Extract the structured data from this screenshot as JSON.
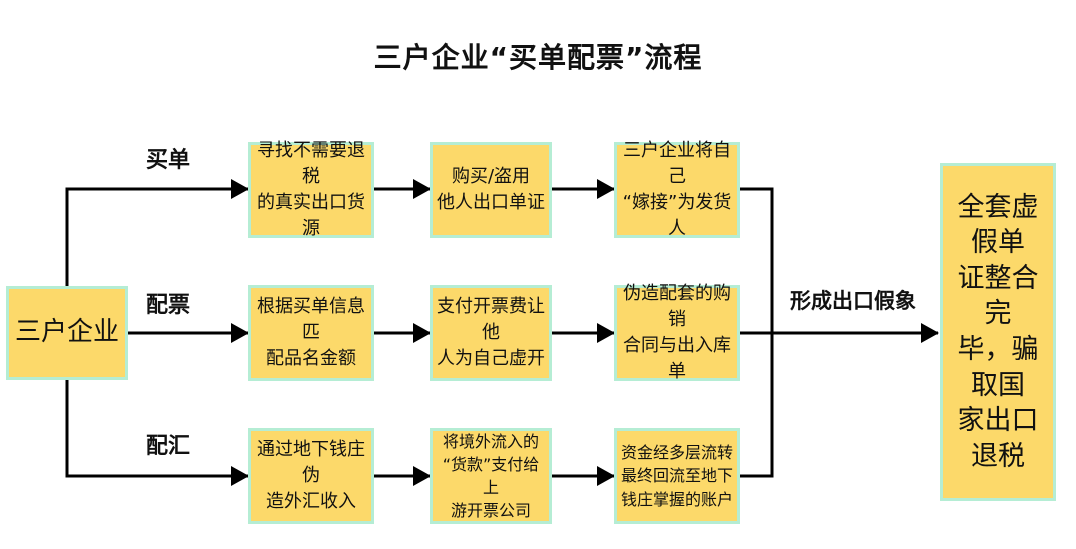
{
  "title": "三户企业“买单配票”流程",
  "source": {
    "label": "三户企业"
  },
  "rows": [
    {
      "label": "买单",
      "steps": [
        {
          "lines": [
            "寻找不需要退税",
            "的真实出口货源"
          ]
        },
        {
          "lines": [
            "购买/盗用",
            "他人出口单证"
          ]
        },
        {
          "lines": [
            "三户企业将自己",
            "“嫁接”为发货人"
          ]
        }
      ]
    },
    {
      "label": "配票",
      "steps": [
        {
          "lines": [
            "根据买单信息匹",
            "配品名金额"
          ]
        },
        {
          "lines": [
            "支付开票费让他",
            "人为自己虚开"
          ]
        },
        {
          "lines": [
            "伪造配套的购销",
            "合同与出入库单"
          ]
        }
      ]
    },
    {
      "label": "配汇",
      "steps": [
        {
          "lines": [
            "通过地下钱庄伪",
            "造外汇收入"
          ]
        },
        {
          "lines": [
            "将境外流入的",
            "“货款”支付给上",
            "游开票公司"
          ]
        },
        {
          "lines": [
            "资金经多层流转",
            "最终回流至地下",
            "钱庄掌握的账户"
          ]
        }
      ]
    }
  ],
  "result_label": "形成出口假象",
  "final": {
    "lines": [
      "全套虚假单",
      "证整合完",
      "毕，骗取国",
      "家出口退税"
    ]
  }
}
